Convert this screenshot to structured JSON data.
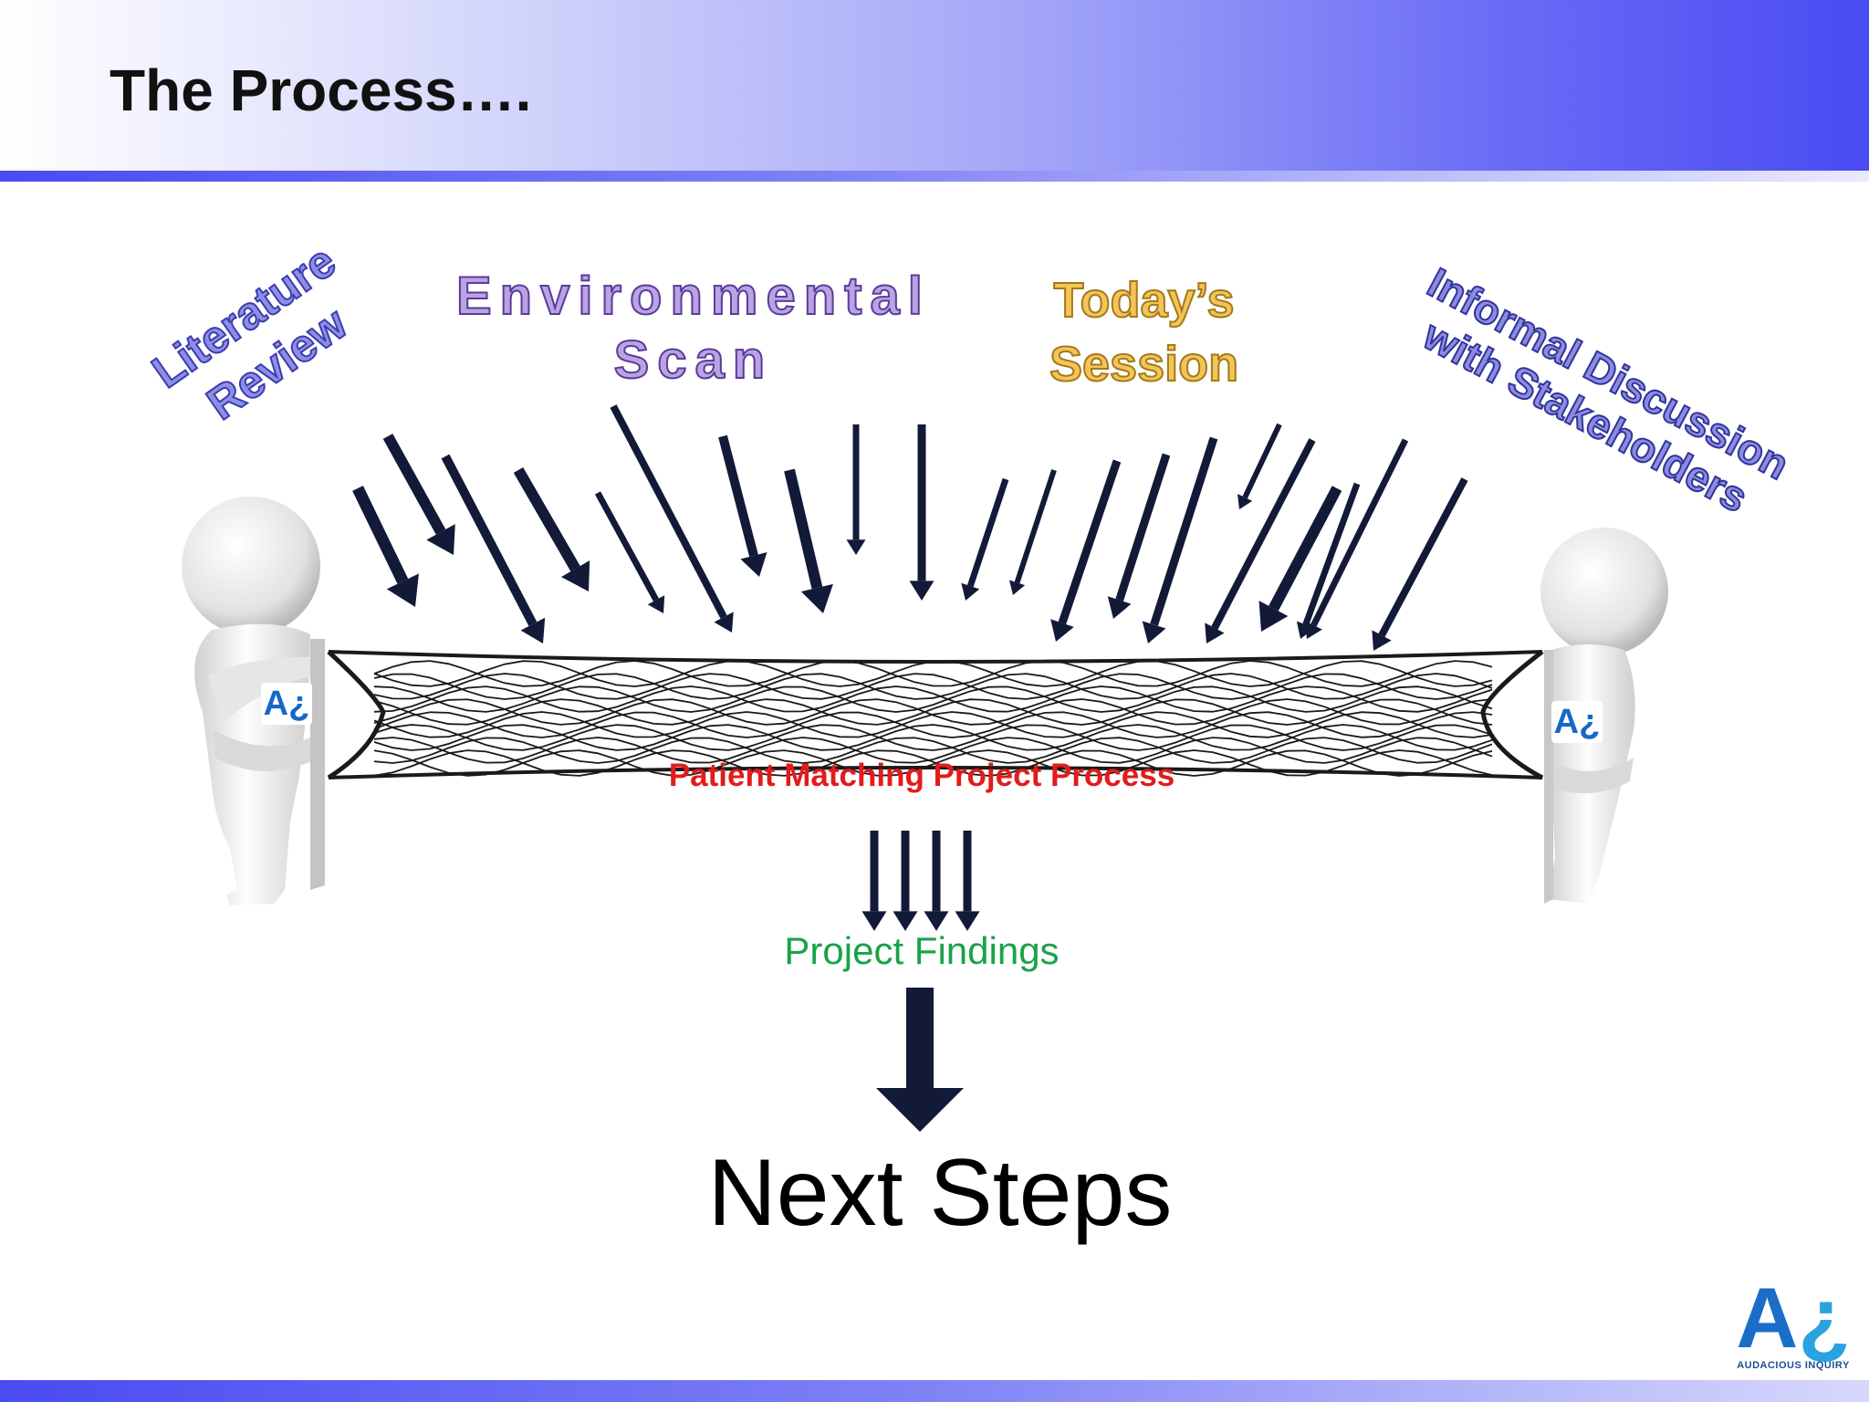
{
  "title": "The Process….",
  "sources": {
    "literature": [
      "Literature",
      "Review"
    ],
    "environmental": [
      "Environmental",
      "Scan"
    ],
    "today": [
      "Today’s",
      "Session"
    ],
    "informal": [
      "Informal Discussion",
      "with Stakeholders"
    ]
  },
  "process_label": "Patient Matching Project Process",
  "findings_label": "Project Findings",
  "next_steps": "Next Steps",
  "badge_text": "A¿",
  "logo": {
    "mark_a": "A",
    "mark_q": "¿",
    "text": "AUDACIOUS INQUIRY"
  },
  "colors": {
    "arrow": "#121a38",
    "header_gradient_end": "#4a4bf2",
    "process_label": "#e31b1b",
    "findings_label": "#1aa24a",
    "net": "#1a1a1a"
  },
  "icons": {
    "figures": "person-figure-icon",
    "net": "net-icon",
    "arrows": "arrow-down-icon"
  }
}
